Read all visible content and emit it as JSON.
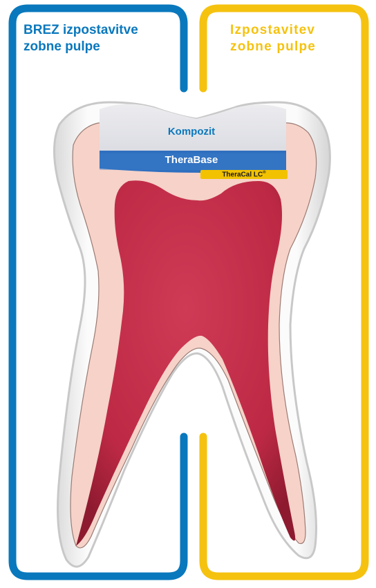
{
  "left_panel": {
    "title_line1": "BREZ izpostavitve",
    "title_line2": "zobne pulpe",
    "color": "#0a78bd"
  },
  "right_panel": {
    "title_line1": "Izpostavitev",
    "title_line2": "zobne pulpe",
    "color": "#f5c20f"
  },
  "layers": {
    "composite": "Kompozit",
    "therabase": "TheraBase",
    "theracal": "TheraCal LC",
    "theracal_mark": "®"
  },
  "colors": {
    "enamel": "#f2f2f2",
    "dentin": "#f6d2c8",
    "pulp": "#c52e4a",
    "composite": "#e4e5ea",
    "therabase": "#2f6fbf",
    "theracal": "#f2c200"
  }
}
